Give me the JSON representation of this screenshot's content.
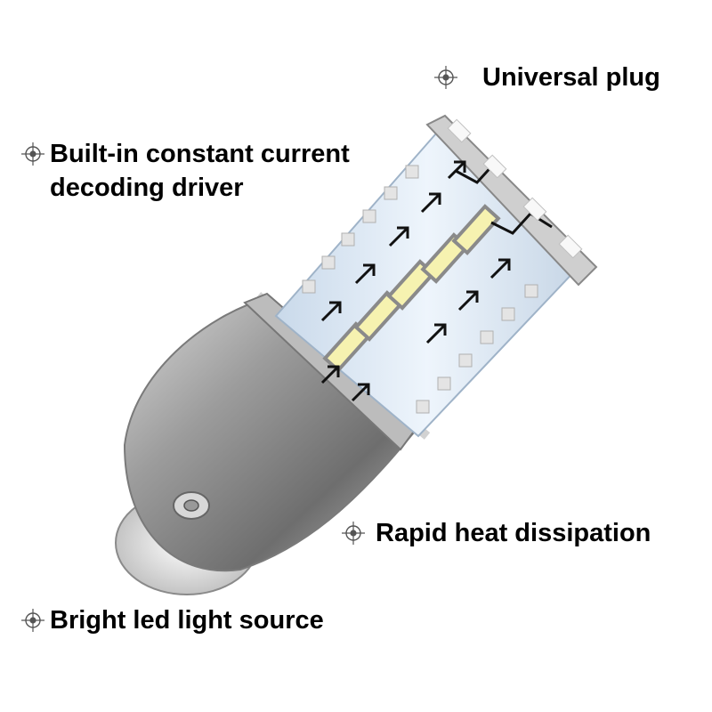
{
  "features": {
    "universal_plug": "Universal plug",
    "driver_line1": "Built-in constant current",
    "driver_line2": "decoding driver",
    "heat": "Rapid heat dissipation",
    "bright": "Bright led light source"
  },
  "icons": {
    "bullet": "crosshair-target-icon"
  },
  "colors": {
    "text": "#000000",
    "metal_base": "#9a9a9a",
    "pcb": "#dce9f5",
    "led_chip": "#f4f0a0",
    "arrow": "#111111"
  }
}
